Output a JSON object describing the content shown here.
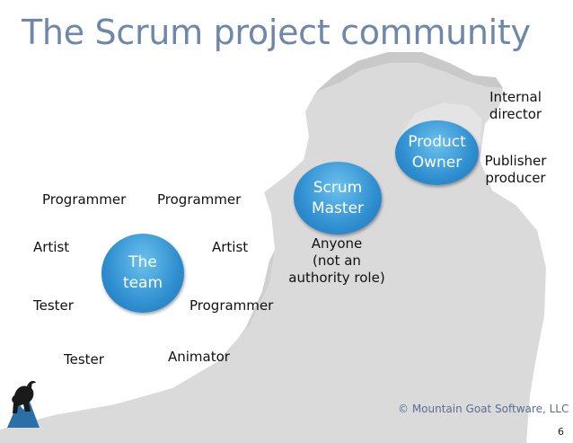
{
  "title": "The Scrum project community",
  "ovals": {
    "team": {
      "line1": "The",
      "line2": "team"
    },
    "scrum_master": {
      "line1": "Scrum",
      "line2": "Master"
    },
    "product_owner": {
      "line1": "Product",
      "line2": "Owner"
    }
  },
  "team_members": {
    "programmer_1": "Programmer",
    "programmer_2": "Programmer",
    "programmer_3": "Programmer",
    "artist_1": "Artist",
    "artist_2": "Artist",
    "tester_1": "Tester",
    "tester_2": "Tester",
    "animator": "Animator"
  },
  "scrum_master_note": {
    "line1": "Anyone",
    "line2": "(not an",
    "line3": "authority role)"
  },
  "product_owner_examples": {
    "internal_line1": "Internal",
    "internal_line2": "director",
    "publisher_line1": "Publisher",
    "publisher_line2": "producer"
  },
  "copyright": "© Mountain Goat Software, LLC",
  "page_number": "6",
  "colors": {
    "title": "#6e87aa",
    "oval_blue": "#2f8fd0",
    "mountain_gray": "#d9d9d9"
  },
  "icons": {
    "logo": "mountain-goat-logo"
  }
}
